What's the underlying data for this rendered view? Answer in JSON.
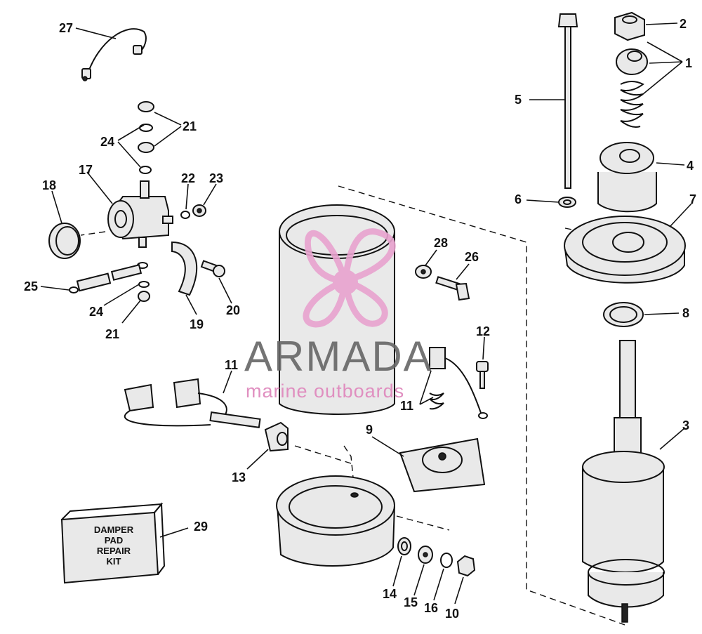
{
  "diagram": {
    "callouts": {
      "c1": "1",
      "c2": "2",
      "c3": "3",
      "c4": "4",
      "c5": "5",
      "c6": "6",
      "c7": "7",
      "c8": "8",
      "c9": "9",
      "c10": "10",
      "c11a": "11",
      "c11b": "11",
      "c12": "12",
      "c13": "13",
      "c14": "14",
      "c15": "15",
      "c16": "16",
      "c17": "17",
      "c18": "18",
      "c19": "19",
      "c20": "20",
      "c21a": "21",
      "c21b": "21",
      "c22": "22",
      "c23": "23",
      "c24a": "24",
      "c24b": "24",
      "c25": "25",
      "c26": "26",
      "c27": "27",
      "c28": "28",
      "c29": "29"
    },
    "kit_label": {
      "line1": "DAMPER",
      "line2": "PAD",
      "line3": "REPAIR",
      "line4": "KIT"
    }
  },
  "watermark": {
    "brand": "ARMADA",
    "tagline": "marine outboards",
    "color": "#e8a3cf"
  }
}
